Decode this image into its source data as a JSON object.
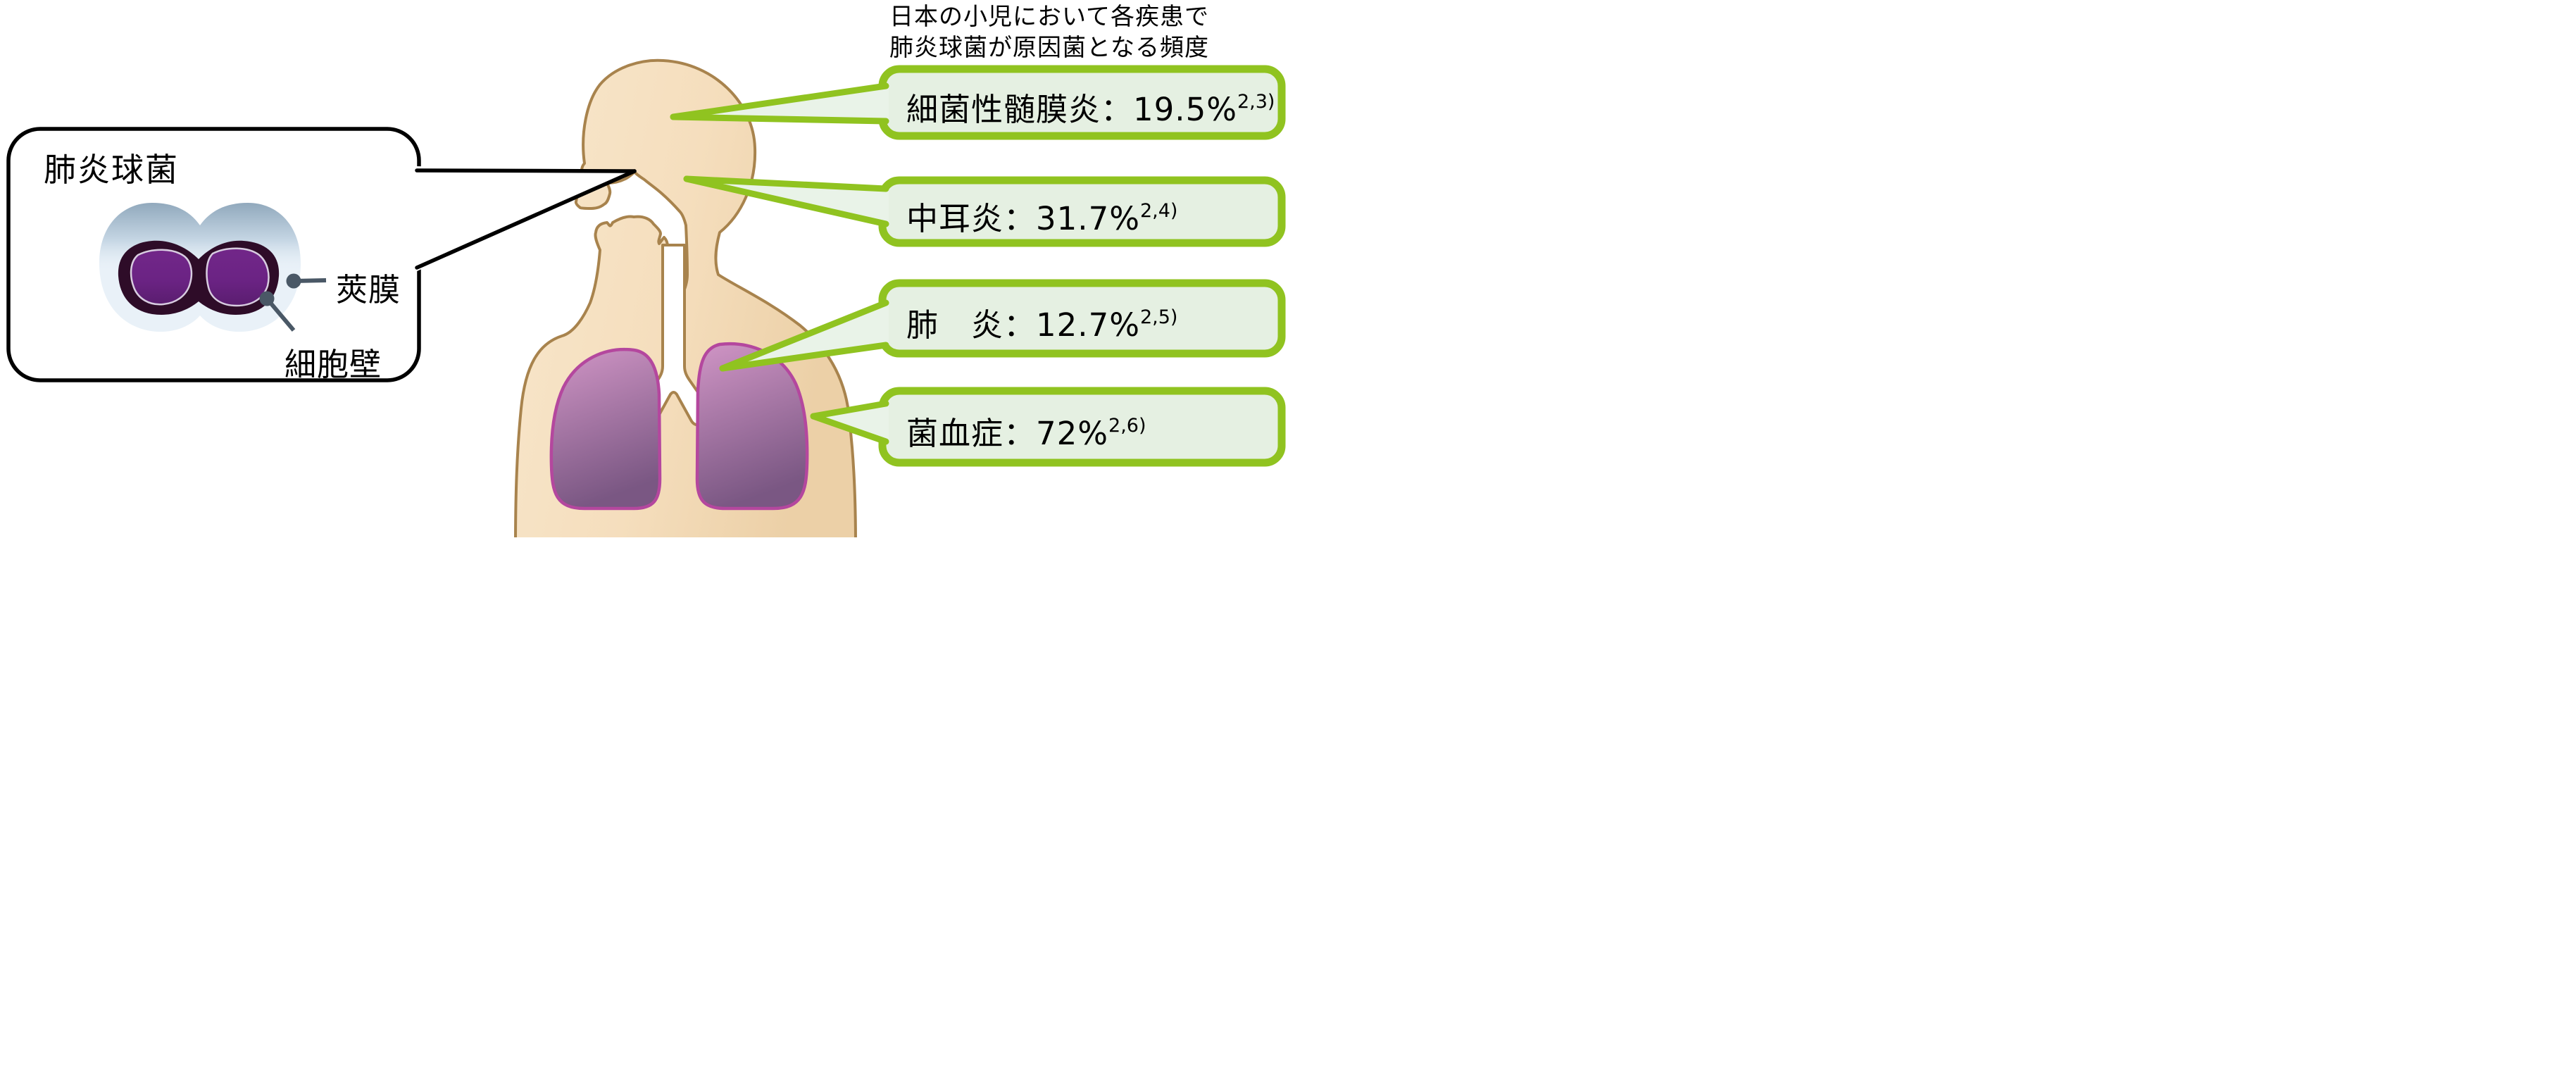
{
  "header": {
    "line1": "日本の小児において各疾患で",
    "line2": "肺炎球菌が原因菌となる頻度"
  },
  "bubble": {
    "title": "肺炎球菌",
    "capsule_label": "莢膜",
    "cell_wall_label": "細胞壁"
  },
  "callouts": [
    {
      "target": "brain",
      "text": "細菌性髄膜炎：19.5%",
      "reference": "2,3)"
    },
    {
      "target": "middle-ear",
      "text": "中耳炎：31.7%",
      "reference": "2,4)"
    },
    {
      "target": "lung",
      "text": "肺　炎：12.7%",
      "reference": "2,5)"
    },
    {
      "target": "blood",
      "text": "菌血症：72%",
      "reference": "2,6)"
    }
  ],
  "colors": {
    "callout_border_green": "#90C320",
    "callout_fill_green": "#E5F0E2",
    "callout_tail_fill": "#E9F3E8",
    "skin_fill": "#F6E0C0",
    "skin_outline": "#A8834D",
    "lung_top": "#D095C5",
    "lung_bottom": "#7A5783",
    "lung_outline": "#B4479E",
    "bacterium_capsule": "#E9F1F8",
    "bacterium_capsule_shade": "#8FA7BB",
    "bacterium_cell_wall": "#2E0C28",
    "bacterium_body_purple": "#6B2384",
    "pointer_gray": "#4A5866",
    "bubble_outline": "#000000",
    "text": "#000000"
  }
}
